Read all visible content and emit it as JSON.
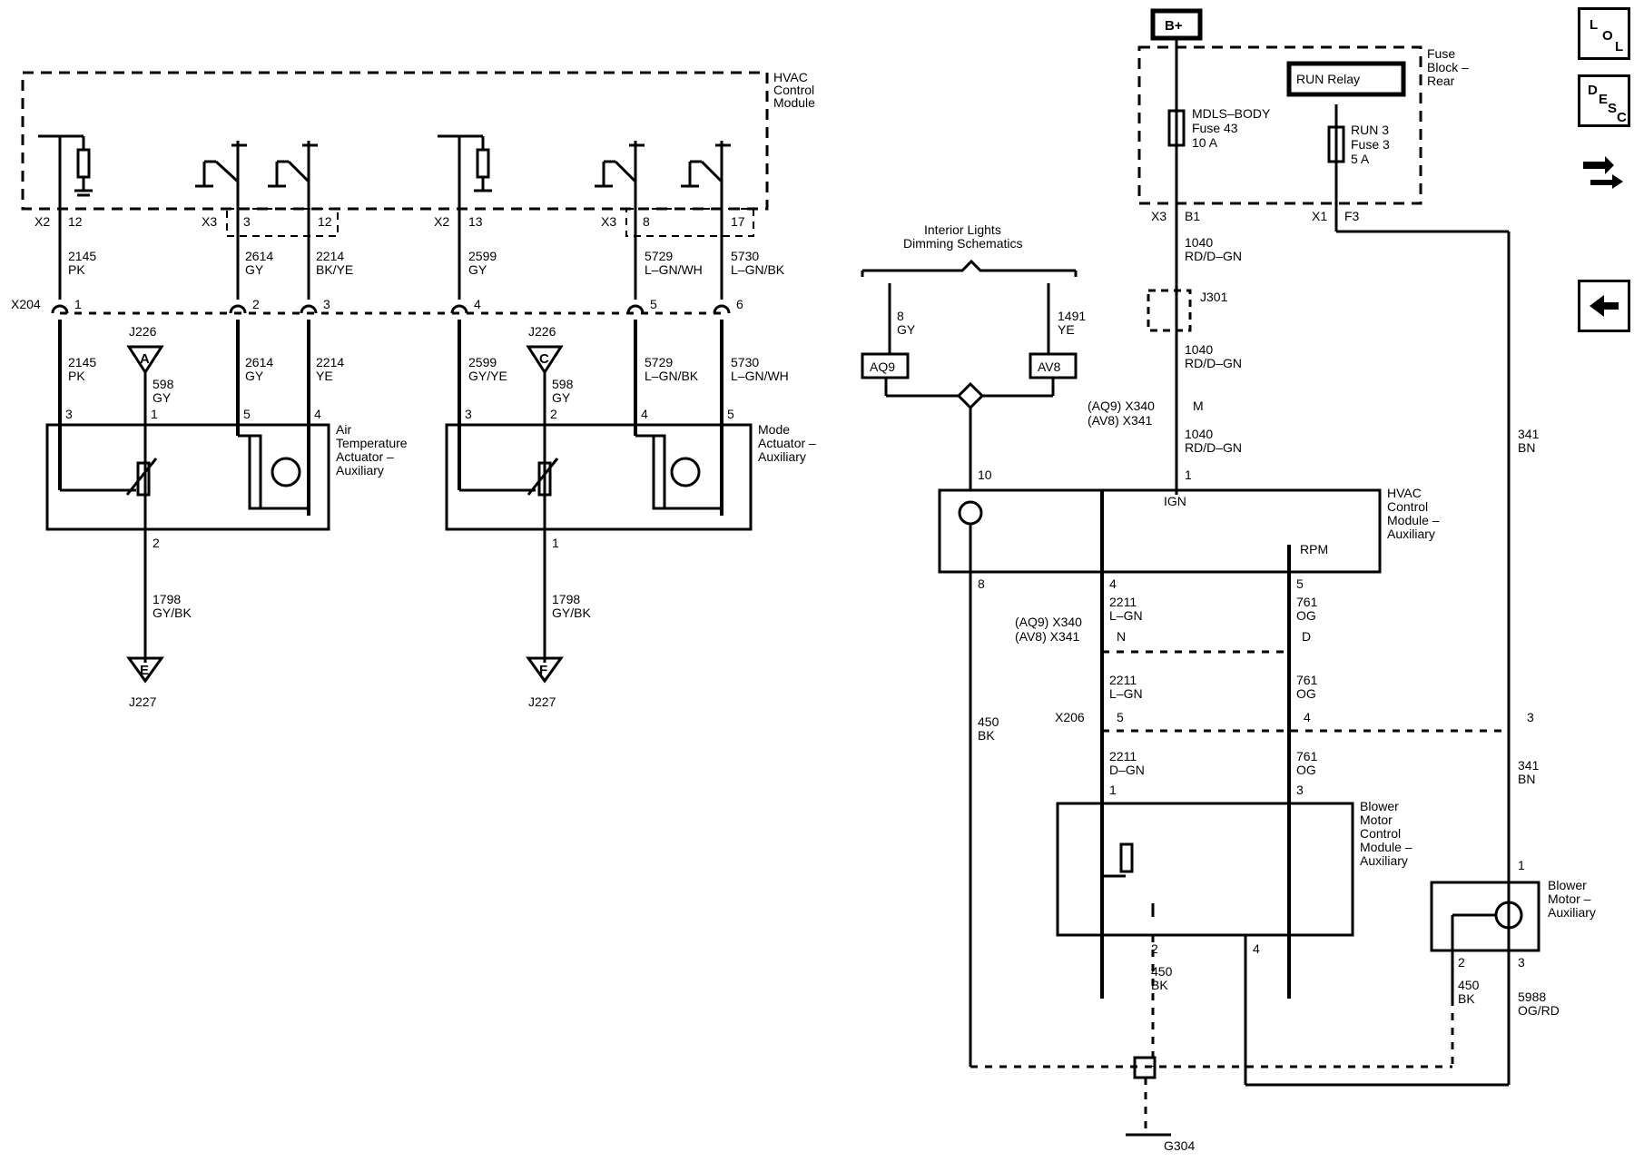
{
  "header": {
    "b_plus": "B+",
    "fuse_block": [
      "Fuse",
      "Block –",
      "Rear"
    ],
    "run_relay": "RUN Relay",
    "mdls_fuse": [
      "MDLS–BODY",
      "Fuse 43",
      "10 A"
    ],
    "run3_fuse": [
      "RUN 3",
      "Fuse 3",
      "5 A"
    ]
  },
  "sidebar": {
    "lol_label": [
      "L",
      "O",
      "L"
    ],
    "desc_label": [
      "D",
      "E",
      "S",
      "C"
    ],
    "tools_icon": "wrench-tools-icon",
    "back_icon": "back-arrow-icon"
  },
  "left": {
    "hvac_module": [
      "HVAC",
      "Control",
      "Module"
    ],
    "x2_a": "X2",
    "pin12": "12",
    "x3_a": "X3",
    "pin3": "3",
    "pin12b": "12",
    "x2_b": "X2",
    "pin13": "13",
    "x3_b": "X3",
    "pin8": "8",
    "pin17": "17",
    "wires_top": [
      [
        "2145",
        "PK"
      ],
      [
        "2614",
        "GY"
      ],
      [
        "2214",
        "BK/YE"
      ],
      [
        "2599",
        "GY"
      ],
      [
        "5729",
        "L–GN/WH"
      ],
      [
        "5730",
        "L–GN/BK"
      ]
    ],
    "x204": "X204",
    "x204_pins": [
      "1",
      "2",
      "3",
      "4",
      "5",
      "6"
    ],
    "wires_bot": [
      [
        "2145",
        "PK"
      ],
      [
        "2614",
        "GY"
      ],
      [
        "2214",
        "YE"
      ],
      [
        "2599",
        "GY/YE"
      ],
      [
        "5729",
        "L–GN/BK"
      ],
      [
        "5730",
        "L–GN/WH"
      ]
    ],
    "j226_a": "J226",
    "tri_a": "A",
    "j226_c": "J226",
    "tri_c": "C",
    "w598_a": [
      "598",
      "GY"
    ],
    "w598_c": [
      "598",
      "GY"
    ],
    "air_pins": [
      "3",
      "1",
      "5",
      "4"
    ],
    "mode_pins": [
      "3",
      "2",
      "4",
      "5"
    ],
    "air_actuator": [
      "Air",
      "Temperature",
      "Actuator –",
      "Auxiliary"
    ],
    "mode_actuator": [
      "Mode",
      "Actuator –",
      "Auxiliary"
    ],
    "air_bottom_pin": "2",
    "mode_bottom_pin": "1",
    "w1798_a": [
      "1798",
      "GY/BK"
    ],
    "w1798_b": [
      "1798",
      "GY/BK"
    ],
    "tri_e": "E",
    "tri_f": "F",
    "j227_a": "J227",
    "j227_b": "J227"
  },
  "right": {
    "x3": "X3",
    "b1": "B1",
    "x1": "X1",
    "f3": "F3",
    "w1040_a": [
      "1040",
      "RD/D–GN"
    ],
    "j301": "J301",
    "w1040_b": [
      "1040",
      "RD/D–GN"
    ],
    "conn_m": [
      "(AQ9) X340",
      "(AV8) X341"
    ],
    "pin_m": "M",
    "w1040_c": [
      "1040",
      "RD/D–GN"
    ],
    "interior_lights": [
      "Interior Lights",
      "Dimming Schematics"
    ],
    "w8": [
      "8",
      "GY"
    ],
    "w1491": [
      "1491",
      "YE"
    ],
    "aq9": "AQ9",
    "av8": "AV8",
    "pin10": "10",
    "pin1": "1",
    "ign": "IGN",
    "rpm": "RPM",
    "hvac_aux": [
      "HVAC",
      "Control",
      "Module –",
      "Auxiliary"
    ],
    "w341_a": [
      "341",
      "BN"
    ],
    "pin8": "8",
    "pin4": "4",
    "pin5": "5",
    "w2211_a": [
      "2211",
      "L–GN"
    ],
    "w761_a": [
      "761",
      "OG"
    ],
    "conn_nd": [
      "(AQ9) X340",
      "(AV8) X341"
    ],
    "pin_n": "N",
    "pin_d": "D",
    "w2211_b": [
      "2211",
      "L–GN"
    ],
    "w761_b": [
      "761",
      "OG"
    ],
    "w450_a": [
      "450",
      "BK"
    ],
    "x206": "X206",
    "x206_pins": [
      "5",
      "4",
      "3"
    ],
    "w2211_c": [
      "2211",
      "D–GN"
    ],
    "w761_c": [
      "761",
      "OG"
    ],
    "w341_b": [
      "341",
      "BN"
    ],
    "bmcm_pins_top": [
      "1",
      "3"
    ],
    "bmcm": [
      "Blower",
      "Motor",
      "Control",
      "Module –",
      "Auxiliary"
    ],
    "blower_motor": [
      "Blower",
      "Motor –",
      "Auxiliary"
    ],
    "bm_pin1": "1",
    "bmcm_pins_bot": [
      "2",
      "4"
    ],
    "bm_pins_bot": [
      "2",
      "3"
    ],
    "w450_b": [
      "450",
      "BK"
    ],
    "w450_c": [
      "450",
      "BK"
    ],
    "w5988": [
      "5988",
      "OG/RD"
    ],
    "g304": "G304"
  }
}
